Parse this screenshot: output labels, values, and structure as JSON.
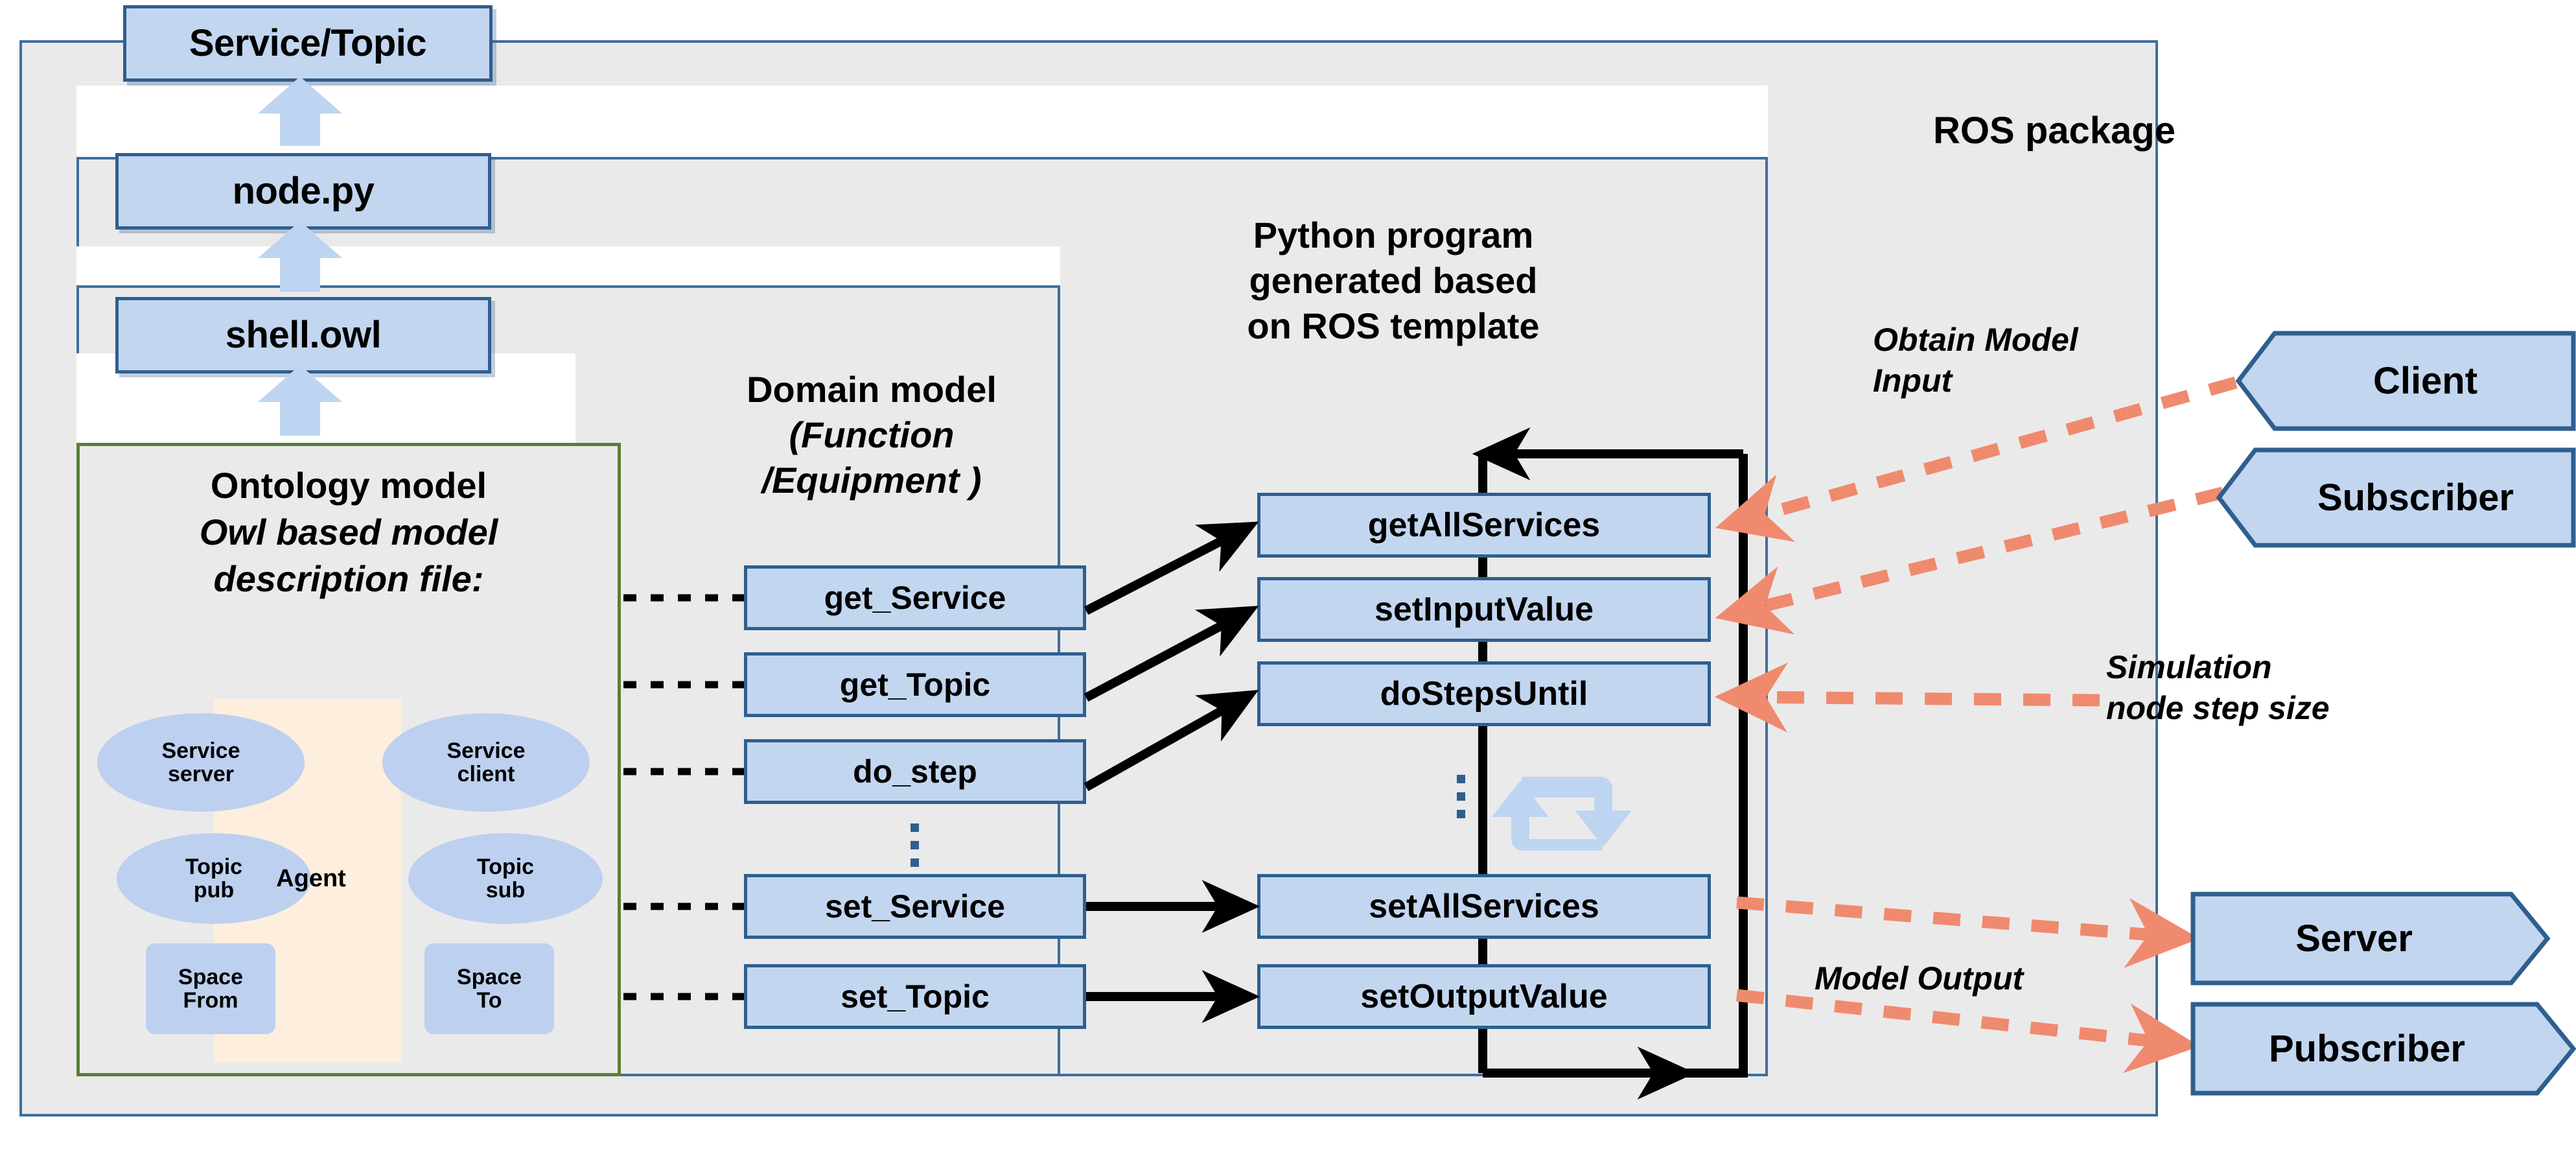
{
  "outer": {
    "label": "ROS package"
  },
  "stack": [
    {
      "label": "Service/Topic"
    },
    {
      "label": "node.py"
    },
    {
      "label": "shell.owl"
    }
  ],
  "ontology": {
    "title": "Ontology model",
    "subtitle_line1": "Owl based model",
    "subtitle_line2": "description file:",
    "agent_label": "Agent",
    "nodes": [
      {
        "label": "Service\nserver",
        "shape": "ellipse",
        "side": "left"
      },
      {
        "label": "Service\nclient",
        "shape": "ellipse",
        "side": "right"
      },
      {
        "label": "Topic\npub",
        "shape": "ellipse",
        "side": "left"
      },
      {
        "label": "Topic\nsub",
        "shape": "ellipse",
        "side": "right"
      },
      {
        "label": "Space\nFrom",
        "shape": "rounded-rect",
        "side": "left"
      },
      {
        "label": "Space\nTo",
        "shape": "rounded-rect",
        "side": "right"
      }
    ]
  },
  "domain": {
    "title_line1": "Domain model",
    "title_line2": "(Function",
    "title_line3": "/Equipment )",
    "items": [
      {
        "label": "get_Service"
      },
      {
        "label": "get_Topic"
      },
      {
        "label": "do_step"
      },
      {
        "label": "set_Service"
      },
      {
        "label": "set_Topic"
      }
    ]
  },
  "python": {
    "title_line1": "Python program",
    "title_line2": "generated based",
    "title_line3": "on ROS template",
    "items": [
      {
        "label": "getAllServices"
      },
      {
        "label": "setInputValue"
      },
      {
        "label": "doStepsUntil"
      },
      {
        "label": "setAllServices"
      },
      {
        "label": "setOutputValue"
      }
    ],
    "loop_icon": "repeat-loop-icon"
  },
  "roles": [
    {
      "label": "Client",
      "direction": "left"
    },
    {
      "label": "Subscriber",
      "direction": "left"
    },
    {
      "label": "Server",
      "direction": "right"
    },
    {
      "label": "Pubscriber",
      "direction": "right"
    }
  ],
  "annotations": [
    {
      "line1": "Obtain Model",
      "line2": "Input"
    },
    {
      "line1": "Simulation",
      "line2": "node step size"
    },
    {
      "line1": "Model Output",
      "line2": ""
    }
  ],
  "colors": {
    "box_fill": "#c3d6f0",
    "box_border": "#2e5f8f",
    "frame_fill": "#eaeaea",
    "frame_border": "#3f6f9f",
    "ontology_border": "#57803a",
    "agent_band": "#fdeedd",
    "red_arrow": "#f08a6e",
    "pale_arrow": "#bed5f2",
    "black_arrow": "#000000"
  }
}
